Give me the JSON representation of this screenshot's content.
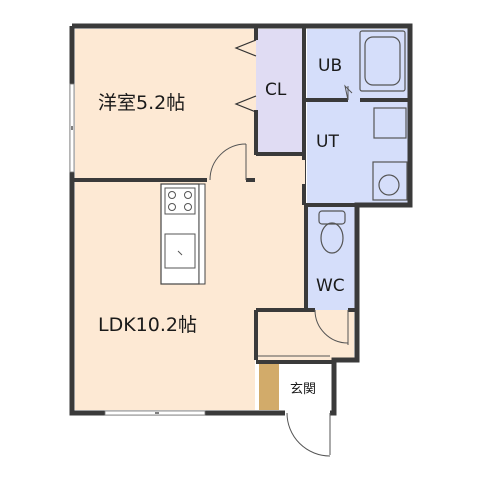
{
  "rooms": {
    "western_room": "洋室5.2帖",
    "closet": "CL",
    "unit_bath": "UB",
    "utility": "UT",
    "toilet": "WC",
    "ldk": "LDK10.2帖",
    "entrance": "玄関"
  },
  "colors": {
    "wall": "#3a3a3a",
    "room_floor": "#fde9d4",
    "wet_area": "#d5defa",
    "closet": "#e0dcf3",
    "entrance_floor": "#ffffff",
    "shoe_box": "#d2ab6a",
    "fixture_stroke": "#555555"
  }
}
